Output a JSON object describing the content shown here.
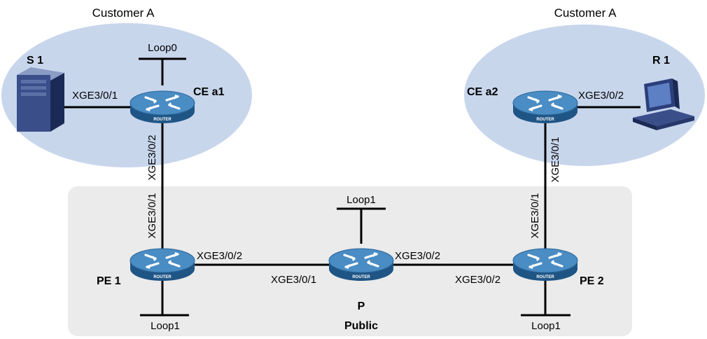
{
  "colors": {
    "customer_site": "#c8d6ec",
    "public_network": "#ebebeb",
    "router_body": "#2d6fa6",
    "router_top": "#5b9ccf"
  },
  "sites": {
    "left_title": "Customer A",
    "right_title": "Customer A",
    "public_label": "Public"
  },
  "devices": {
    "s1": {
      "name": "S 1",
      "icon": "server-icon"
    },
    "r1": {
      "name": "R 1",
      "icon": "pc-icon"
    },
    "cea1": {
      "name": "CE a1",
      "icon": "router-icon"
    },
    "cea2": {
      "name": "CE a2",
      "icon": "router-icon"
    },
    "pe1": {
      "name": "PE 1",
      "icon": "router-icon"
    },
    "pe2": {
      "name": "PE 2",
      "icon": "router-icon"
    },
    "p": {
      "name": "P",
      "icon": "router-icon"
    },
    "router_badge": "ROUTER"
  },
  "loopbacks": {
    "cea1": "Loop0",
    "pe1": "Loop1",
    "p": "Loop1",
    "pe2": "Loop1"
  },
  "interfaces": {
    "s1_cea1": "XGE3/0/1",
    "cea1_down": "XGE3/0/2",
    "pe1_up": "XGE3/0/1",
    "pe1_right": "XGE3/0/2",
    "p_left": "XGE3/0/1",
    "p_right": "XGE3/0/2",
    "pe2_left": "XGE3/0/2",
    "pe2_up": "XGE3/0/1",
    "cea2_down": "XGE3/0/1",
    "cea2_r1": "XGE3/0/2"
  }
}
